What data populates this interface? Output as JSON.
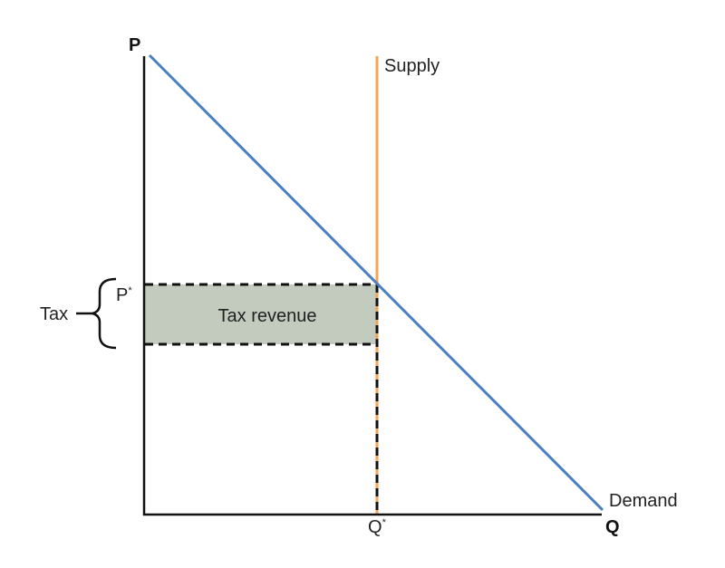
{
  "axes": {
    "y_label": "P",
    "x_label": "Q"
  },
  "curves": {
    "supply_label": "Supply",
    "demand_label": "Demand"
  },
  "equilibrium": {
    "price_label": "P",
    "quantity_label": "Q",
    "star": "*"
  },
  "tax": {
    "label": "Tax",
    "revenue_label": "Tax revenue"
  },
  "colors": {
    "supply": "#f2a65a",
    "demand": "#4a7fc1",
    "revenue_fill": "#c2cbbd",
    "axis": "#111111",
    "dashed": "#111111"
  }
}
